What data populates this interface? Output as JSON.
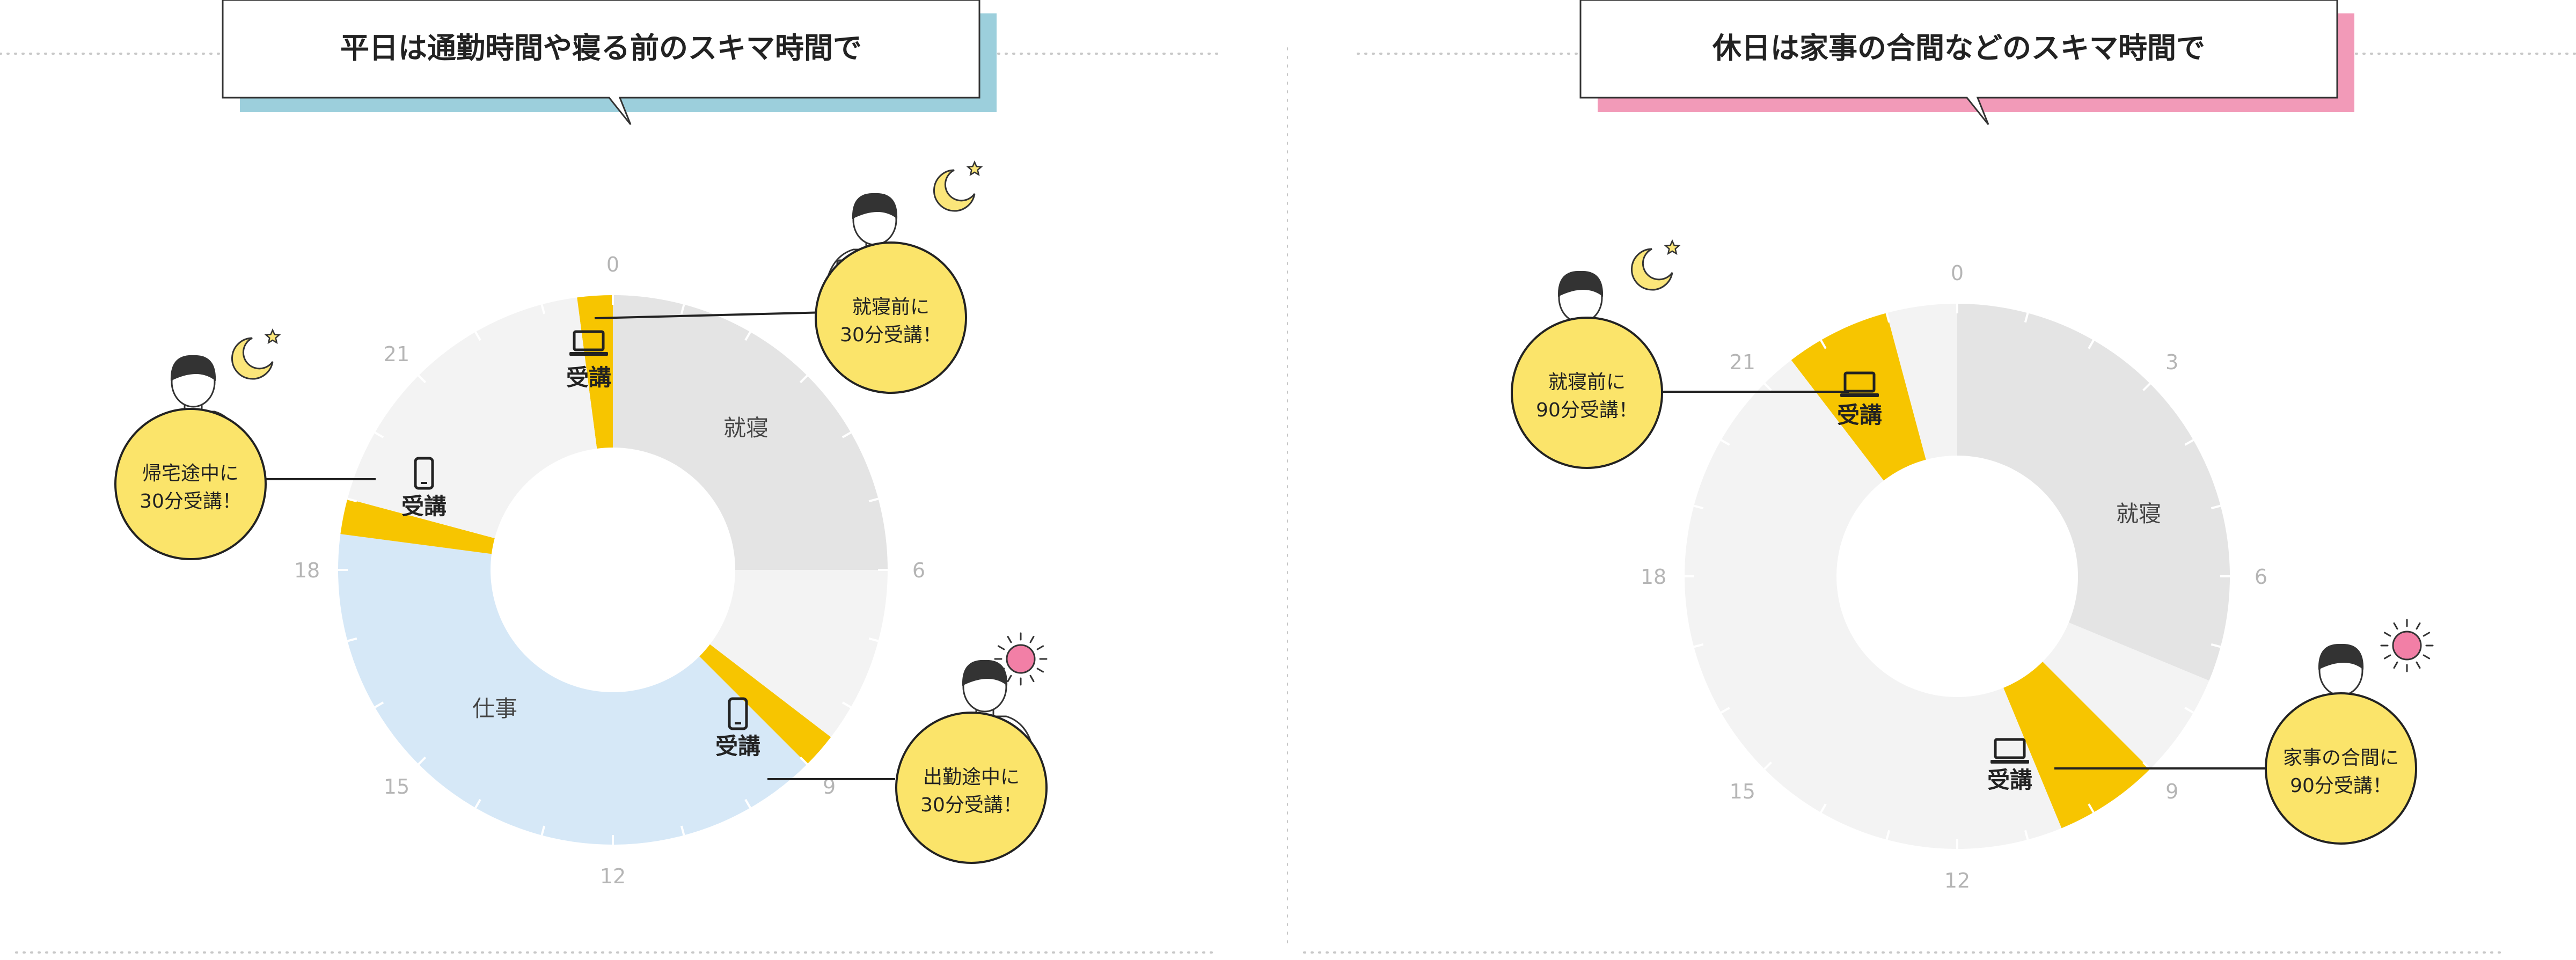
{
  "panels": [
    {
      "id": "weekday",
      "title": "平日は通勤時間や寝る前のスキマ時間で",
      "accent": "#9ccfdc",
      "chart_data": {
        "type": "pie",
        "hours_per_revolution": 24,
        "ticks": [
          "0",
          "3",
          "6",
          "9",
          "12",
          "15",
          "18",
          "21"
        ],
        "visible_ticks": [
          "0",
          "6",
          "9",
          "12",
          "15",
          "18",
          "21"
        ],
        "segments": [
          {
            "label": "受講",
            "start": 23.5,
            "end": 24,
            "color": "#f7c500",
            "icon": "laptop-icon"
          },
          {
            "label": "就寝",
            "start": 0,
            "end": 6,
            "color": "#e4e4e4"
          },
          {
            "label": "",
            "start": 6,
            "end": 8.5,
            "color": "#f3f3f3"
          },
          {
            "label": "受講",
            "start": 8.5,
            "end": 9,
            "color": "#f7c500",
            "icon": "smartphone-icon"
          },
          {
            "label": "仕事",
            "start": 9,
            "end": 18.5,
            "color": "#d6e8f7"
          },
          {
            "label": "受講",
            "start": 18.5,
            "end": 19,
            "color": "#f7c500",
            "icon": "smartphone-icon"
          },
          {
            "label": "",
            "start": 19,
            "end": 23.5,
            "color": "#f3f3f3"
          }
        ]
      },
      "callouts": [
        {
          "name": "bedtime",
          "lines": [
            "就寝前に",
            "30分受講！"
          ],
          "icon": "moon-icon"
        },
        {
          "name": "commute-home",
          "lines": [
            "帰宅途中に",
            "30分受講！"
          ],
          "icon": "moon-icon"
        },
        {
          "name": "commute-work",
          "lines": [
            "出勤途中に",
            "30分受講！"
          ],
          "icon": "sun-icon"
        }
      ]
    },
    {
      "id": "holiday",
      "title": "休日は家事の合間などのスキマ時間で",
      "accent": "#f29ab8",
      "chart_data": {
        "type": "pie",
        "hours_per_revolution": 24,
        "ticks": [
          "0",
          "3",
          "6",
          "9",
          "12",
          "15",
          "18",
          "21"
        ],
        "visible_ticks": [
          "0",
          "3",
          "6",
          "9",
          "12",
          "15",
          "18",
          "21"
        ],
        "segments": [
          {
            "label": "",
            "start": 0,
            "end": 0,
            "color": "#f3f3f3"
          },
          {
            "label": "就寝",
            "start": 0,
            "end": 7.5,
            "color": "#e4e4e4"
          },
          {
            "label": "",
            "start": 7.5,
            "end": 9,
            "color": "#f3f3f3"
          },
          {
            "label": "受講",
            "start": 9,
            "end": 10.5,
            "color": "#f7c500",
            "icon": "laptop-icon"
          },
          {
            "label": "",
            "start": 10.5,
            "end": 21.5,
            "color": "#f3f3f3"
          },
          {
            "label": "受講",
            "start": 21.5,
            "end": 23,
            "color": "#f7c500",
            "icon": "laptop-icon"
          },
          {
            "label": "",
            "start": 23,
            "end": 24,
            "color": "#f3f3f3"
          }
        ]
      },
      "callouts": [
        {
          "name": "bedtime",
          "lines": [
            "就寝前に",
            "90分受講！"
          ],
          "icon": "moon-icon"
        },
        {
          "name": "housework",
          "lines": [
            "家事の合間に",
            "90分受講！"
          ],
          "icon": "sun-icon"
        }
      ]
    }
  ]
}
